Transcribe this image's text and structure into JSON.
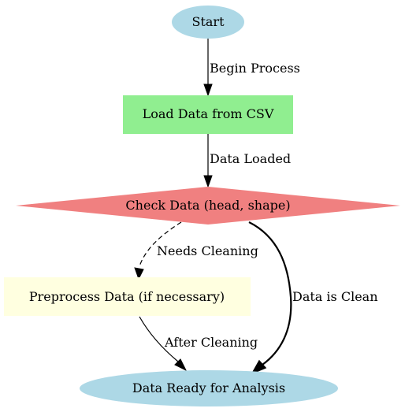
{
  "nodes": {
    "start": {
      "label": "Start",
      "fill": "#add8e6"
    },
    "load": {
      "label": "Load Data from CSV",
      "fill": "#90ee90"
    },
    "check": {
      "label": "Check Data (head, shape)",
      "fill": "#f08080"
    },
    "preprocess": {
      "label": "Preprocess Data (if necessary)",
      "fill": "#ffffe0"
    },
    "ready": {
      "label": "Data Ready for Analysis",
      "fill": "#add8e6"
    }
  },
  "edges": {
    "begin": {
      "label": "Begin Process"
    },
    "loaded": {
      "label": "Data Loaded"
    },
    "needs_cleaning": {
      "label": "Needs Cleaning"
    },
    "data_clean": {
      "label": "Data is Clean"
    },
    "after_cleaning": {
      "label": "After Cleaning"
    }
  }
}
